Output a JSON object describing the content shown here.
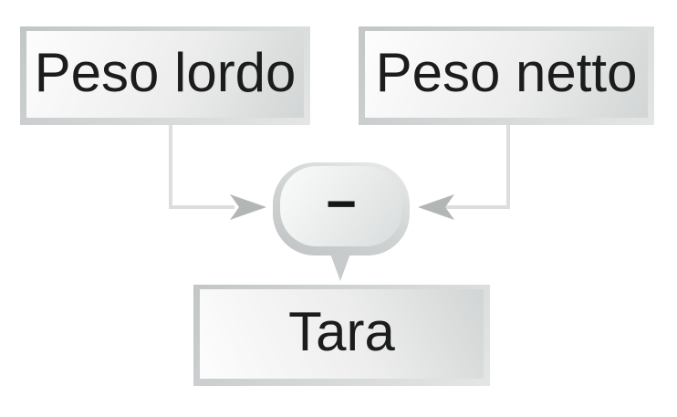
{
  "nodes": [
    {
      "id": "peso-lordo",
      "label": "Peso lordo"
    },
    {
      "id": "peso-netto",
      "label": "Peso netto"
    },
    {
      "id": "tara",
      "label": "Tara"
    }
  ],
  "operator": {
    "symbol": "−",
    "name": "minus"
  },
  "edges": [
    {
      "from": "peso-lordo",
      "to": "operator",
      "arrow": "right"
    },
    {
      "from": "peso-netto",
      "to": "operator",
      "arrow": "left"
    },
    {
      "from": "operator",
      "to": "tara",
      "arrow": "down-pointer"
    }
  ],
  "colors": {
    "background": "#ffffff",
    "box_frame": "#c6caca",
    "box_fill_light": "#fdfdfd",
    "box_fill_dark": "#d2d5d5",
    "connector_line": "#dcdede",
    "arrowhead": "#b3b6b6",
    "pointer": "#c7cbcb",
    "text": "#1c1c1c"
  }
}
